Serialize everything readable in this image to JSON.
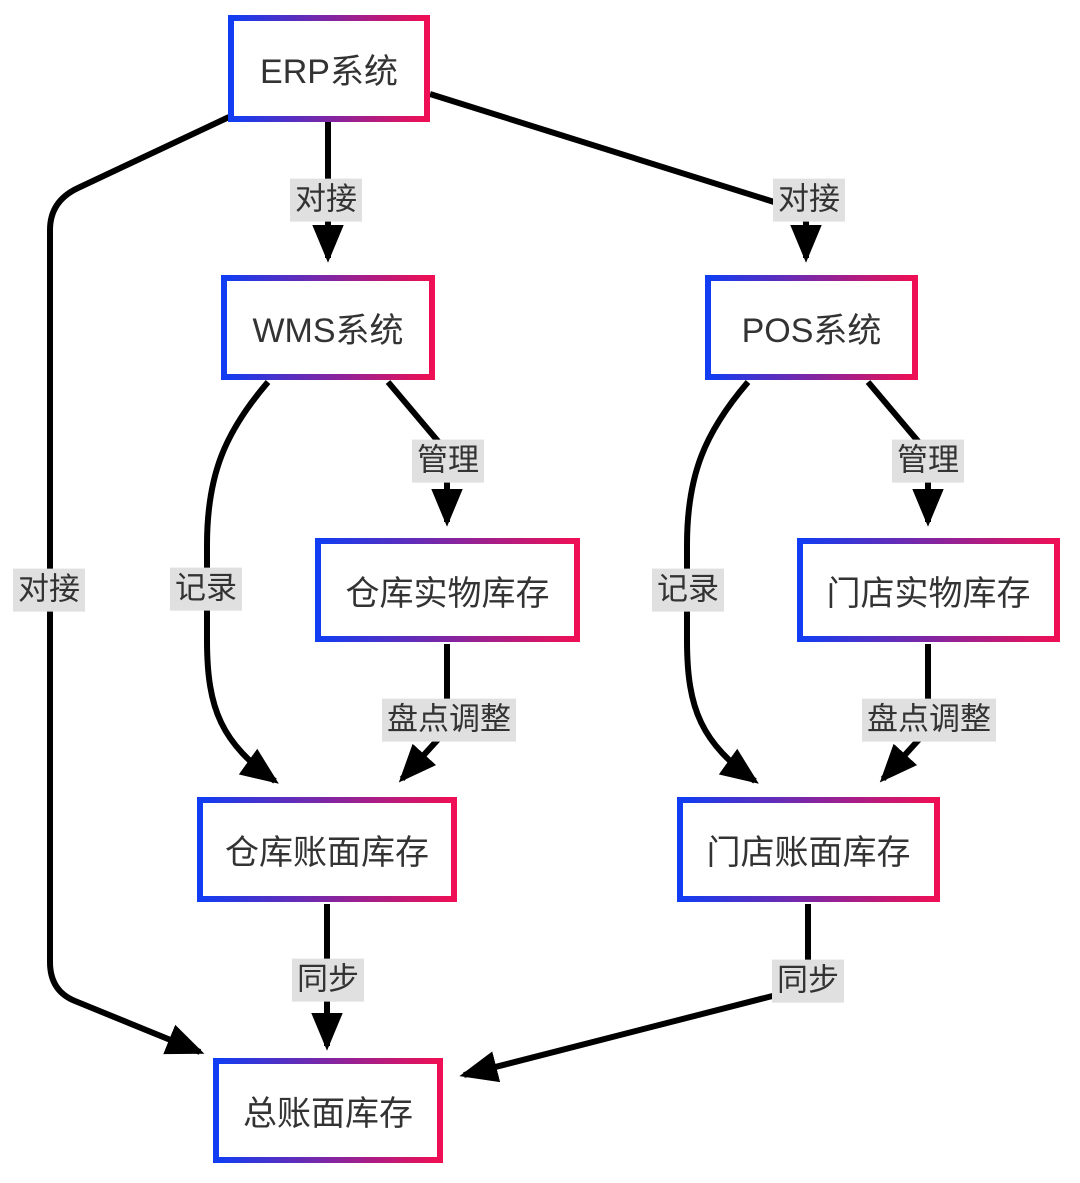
{
  "diagram": {
    "type": "flowchart",
    "direction": "top-down",
    "colors": {
      "node_border_gradient_start": "#113df2",
      "node_border_gradient_end": "#ee0f55",
      "node_background": "#ffffff",
      "node_text": "#333333",
      "edge_stroke": "#000000",
      "edge_label_background": "#e0e0e0",
      "edge_label_text": "#333333",
      "page_background": "#ffffff"
    }
  },
  "nodes": {
    "erp": {
      "label": "ERP系统"
    },
    "wms": {
      "label": "WMS系统"
    },
    "pos": {
      "label": "POS系统"
    },
    "wh_physical": {
      "label": "仓库实物库存"
    },
    "store_physical": {
      "label": "门店实物库存"
    },
    "wh_book": {
      "label": "仓库账面库存"
    },
    "store_book": {
      "label": "门店账面库存"
    },
    "total_book": {
      "label": "总账面库存"
    }
  },
  "edges": [
    {
      "from": "ERP系统",
      "to": "WMS系统",
      "label": "对接"
    },
    {
      "from": "ERP系统",
      "to": "POS系统",
      "label": "对接"
    },
    {
      "from": "ERP系统",
      "to": "总账面库存",
      "label": "对接"
    },
    {
      "from": "WMS系统",
      "to": "仓库实物库存",
      "label": "管理"
    },
    {
      "from": "WMS系统",
      "to": "仓库账面库存",
      "label": "记录"
    },
    {
      "from": "仓库实物库存",
      "to": "仓库账面库存",
      "label": "盘点调整"
    },
    {
      "from": "POS系统",
      "to": "门店实物库存",
      "label": "管理"
    },
    {
      "from": "POS系统",
      "to": "门店账面库存",
      "label": "记录"
    },
    {
      "from": "门店实物库存",
      "to": "门店账面库存",
      "label": "盘点调整"
    },
    {
      "from": "仓库账面库存",
      "to": "总账面库存",
      "label": "同步"
    },
    {
      "from": "门店账面库存",
      "to": "总账面库存",
      "label": "同步"
    }
  ]
}
